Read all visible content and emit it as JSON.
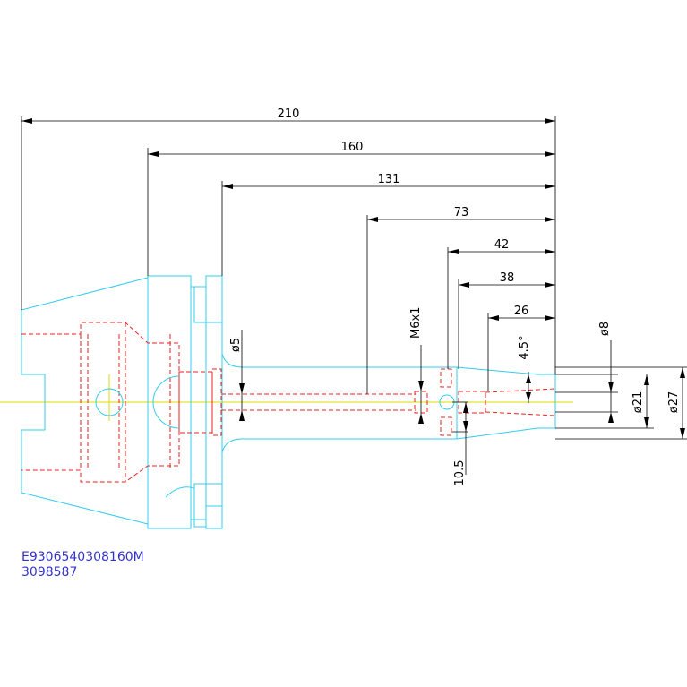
{
  "dimensions": {
    "d210": "210",
    "d160": "160",
    "d131": "131",
    "d73": "73",
    "d42": "42",
    "d38": "38",
    "d26": "26",
    "thread": "M6x1",
    "dia5": "ø5",
    "dia8": "ø8",
    "dia21": "ø21",
    "dia27": "ø27",
    "angle": "4.5°",
    "d10_5": "10.5"
  },
  "part": {
    "code": "E9306540308160M",
    "number": "3098587"
  },
  "colors": {
    "outline": "#33ccee",
    "hidden": "#ee2222",
    "centerline": "#dddd00",
    "dimension": "#000000",
    "label": "#3333cc"
  }
}
